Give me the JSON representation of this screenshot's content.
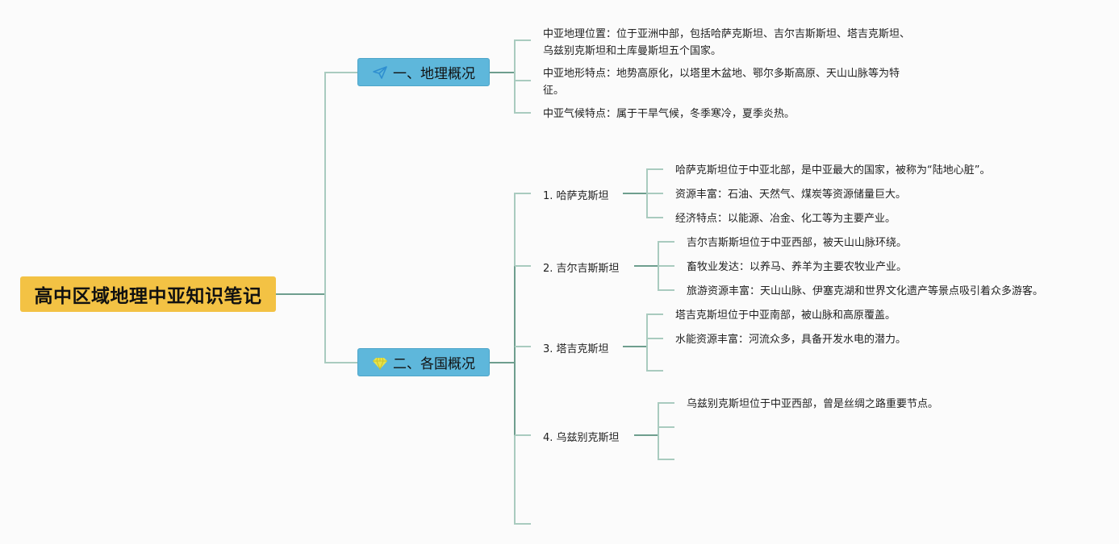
{
  "root": {
    "title": "高中区域地理中亚知识笔记"
  },
  "colors": {
    "root_fill": "#f3c244",
    "main_fill": "#5eb7db",
    "line_dark": "#6e9e8e",
    "line_light": "#a9cbbf"
  },
  "branches": [
    {
      "label": "一、地理概况",
      "icon": "paper-plane-icon",
      "leaves": [
        {
          "line1": "中亚地理位置：位于亚洲中部，包括哈萨克斯坦、吉尔吉斯斯坦、塔吉克斯坦、",
          "line2": "乌兹别克斯坦和土库曼斯坦五个国家。"
        },
        {
          "line1": "中亚地形特点：地势高原化，以塔里木盆地、鄂尔多斯高原、天山山脉等为特",
          "line2": "征。"
        },
        {
          "line1": "中亚气候特点：属于干旱气候，冬季寒冷，夏季炎热。",
          "line2": ""
        }
      ]
    },
    {
      "label": "二、各国概况",
      "icon": "diamond-icon",
      "countries": [
        {
          "label": "1. 哈萨克斯坦",
          "notes": [
            "哈萨克斯坦位于中亚北部，是中亚最大的国家，被称为“陆地心脏”。",
            "资源丰富：石油、天然气、煤炭等资源储量巨大。",
            "经济特点：以能源、冶金、化工等为主要产业。"
          ]
        },
        {
          "label": "2. 吉尔吉斯斯坦",
          "notes": [
            "吉尔吉斯斯坦位于中亚西部，被天山山脉环绕。",
            "畜牧业发达：以养马、养羊为主要农牧业产业。",
            "旅游资源丰富：天山山脉、伊塞克湖和世界文化遗产等景点吸引着众多游客。"
          ]
        },
        {
          "label": "3. 塔吉克斯坦",
          "notes": [
            "塔吉克斯坦位于中亚南部，被山脉和高原覆盖。",
            "水能资源丰富：河流众多，具备开发水电的潜力。",
            ""
          ]
        },
        {
          "label": "4. 乌兹别克斯坦",
          "notes": [
            "乌兹别克斯坦位于中亚西部，曾是丝绸之路重要节点。",
            "",
            ""
          ]
        }
      ]
    }
  ]
}
